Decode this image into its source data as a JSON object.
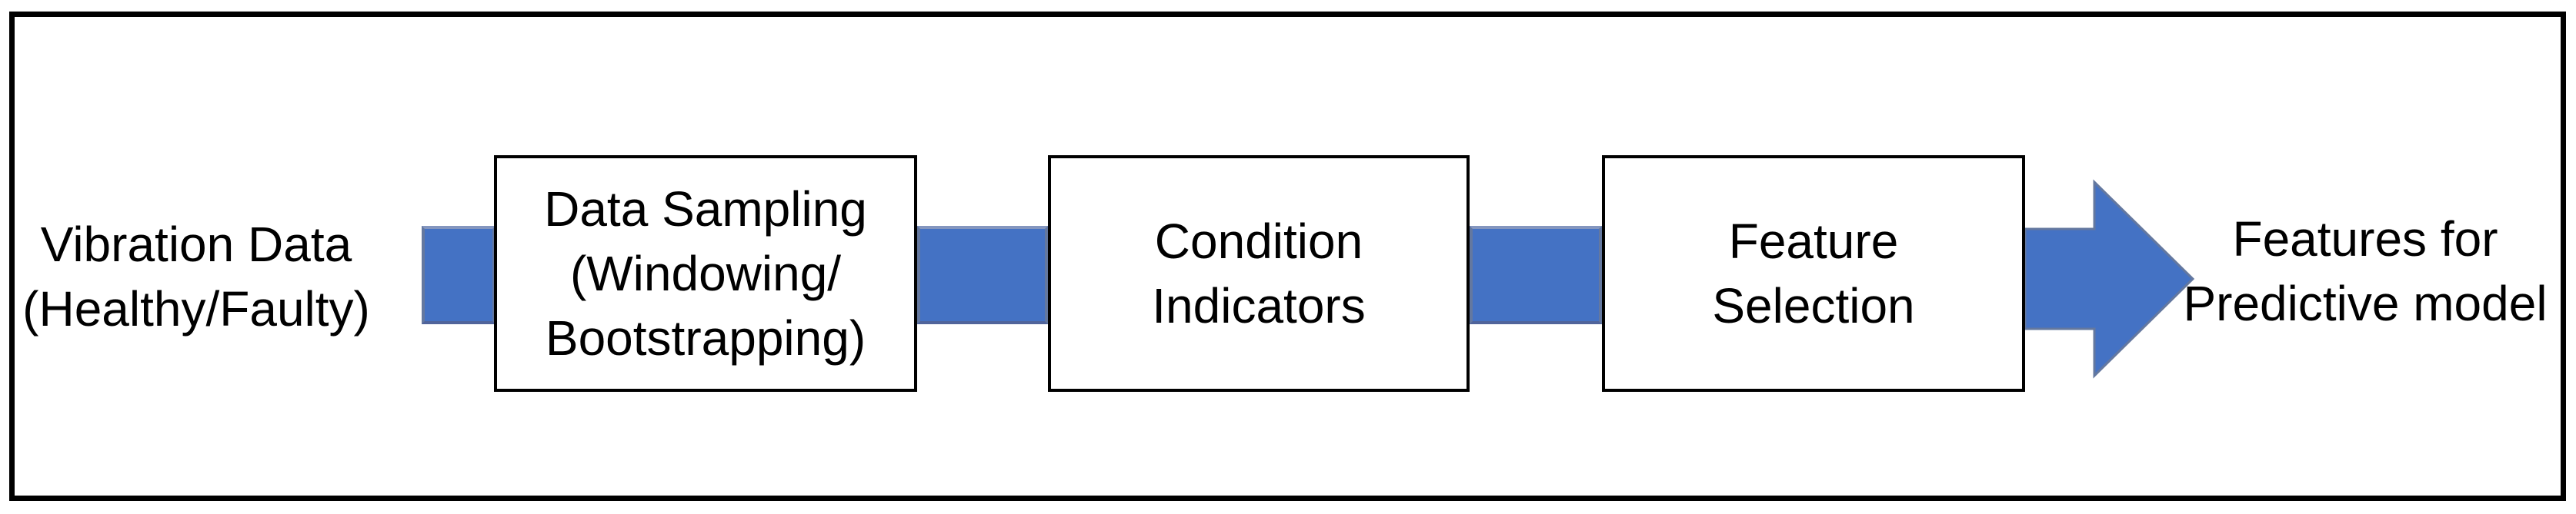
{
  "diagram": {
    "title_semantic": "Feature extraction pipeline flow diagram",
    "left_label": {
      "lines": [
        "Vibration Data",
        "(Healthy/Faulty)"
      ]
    },
    "boxes": [
      {
        "id": "data-sampling",
        "lines": [
          "Data Sampling",
          "(Windowing/",
          "Bootstrapping)"
        ]
      },
      {
        "id": "condition-indicators",
        "lines": [
          "Condition",
          "Indicators"
        ]
      },
      {
        "id": "feature-selection",
        "lines": [
          "Feature",
          "Selection"
        ]
      }
    ],
    "right_label": {
      "lines": [
        "Features for",
        "Predictive model"
      ]
    },
    "icons": [
      {
        "name": "arrow-right-icon",
        "meaning": "flow output arrow"
      }
    ],
    "colors": {
      "connector_fill": "#4472C4",
      "connector_edge": "#64789f",
      "box_border": "#000000",
      "frame_border": "#000000",
      "text": "#000000",
      "background": "#ffffff"
    }
  }
}
